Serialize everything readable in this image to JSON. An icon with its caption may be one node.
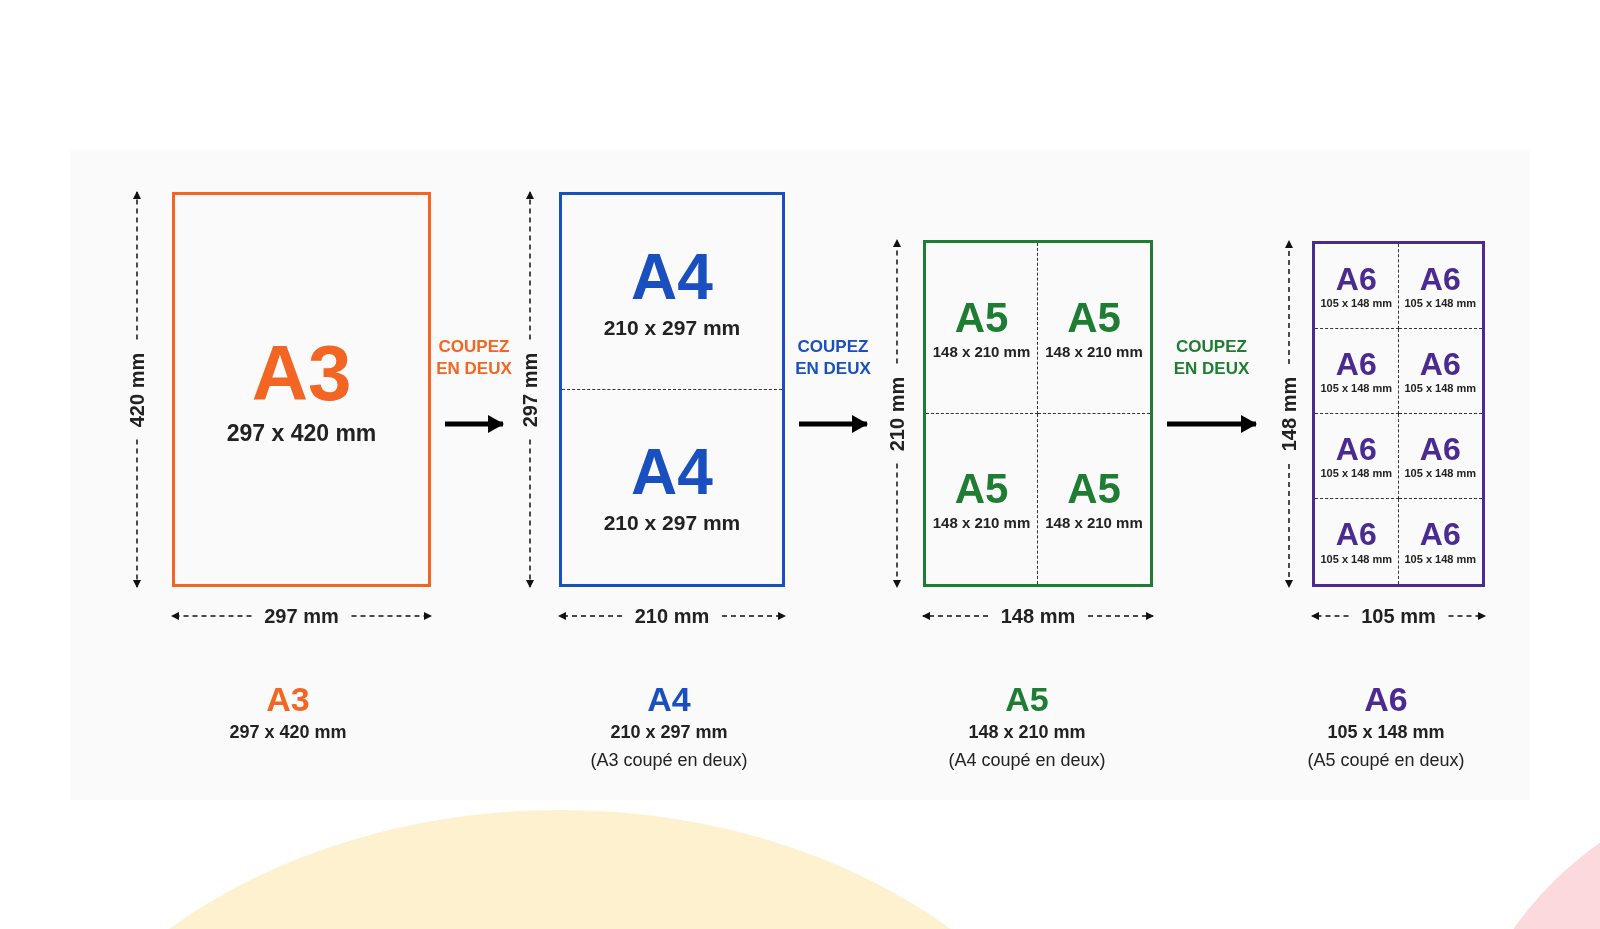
{
  "diagram": {
    "nodes": [
      {
        "text": [
          "A3",
          "297 x 420 mm"
        ]
      },
      {
        "text": [],
        "shape": "box"
      },
      {
        "text": [
          "A4",
          "210 x 297 mm"
        ],
        "in": 1
      },
      {
        "text": [
          "A4",
          "210 x 297 mm"
        ],
        "in": 1
      },
      {
        "text": [],
        "shape": "box"
      },
      {
        "text": [
          "A5",
          "148 x 210 mm"
        ],
        "in": 4
      },
      {
        "text": [
          "A5",
          "148 x 210 mm"
        ],
        "in": 4
      },
      {
        "text": [
          "A5",
          "148 x 210 mm"
        ],
        "in": 4
      },
      {
        "text": [
          "A5",
          "148 x 210 mm"
        ],
        "in": 4
      },
      {
        "text": [],
        "shape": "box"
      },
      {
        "text": [
          "A6",
          "105 x 148 mm"
        ],
        "in": 9
      },
      {
        "text": [
          "A6",
          "105 x 148 mm"
        ],
        "in": 9
      },
      {
        "text": [
          "A6",
          "105 x 148 mm"
        ],
        "in": 9
      },
      {
        "text": [
          "A6",
          "105 x 148 mm"
        ],
        "in": 9
      },
      {
        "text": [
          "A6",
          "105 x 148 mm"
        ],
        "in": 9
      },
      {
        "text": [
          "A6",
          "105 x 148 mm"
        ],
        "in": 9
      },
      {
        "text": [
          "A6",
          "105 x 148 mm"
        ],
        "in": 9
      },
      {
        "text": [
          "A6",
          "105 x 148 mm"
        ],
        "in": 9
      }
    ],
    "edges": [
      {
        "from": 0,
        "to": 1,
        "arrow": "to",
        "label": "COUPEZ EN DEUX"
      },
      {
        "from": 1,
        "to": 4,
        "arrow": "to",
        "label": "COUPEZ EN DEUX"
      },
      {
        "from": 4,
        "to": 9,
        "arrow": "to",
        "label": "COUPEZ EN DEUX"
      }
    ],
    "labels": [
      "420 mm",
      "297 mm",
      "297 mm",
      "210 mm",
      "210 mm",
      "148 mm",
      "148 mm",
      "105 mm",
      "A3",
      "297 x 420 mm",
      "A4",
      "210 x 297 mm",
      "(A3 coupé en deux)",
      "A5",
      "148 x 210 mm",
      "(A4 coupé en deux)",
      "A6",
      "105 x 148 mm",
      "(A5 coupé en deux)"
    ]
  }
}
